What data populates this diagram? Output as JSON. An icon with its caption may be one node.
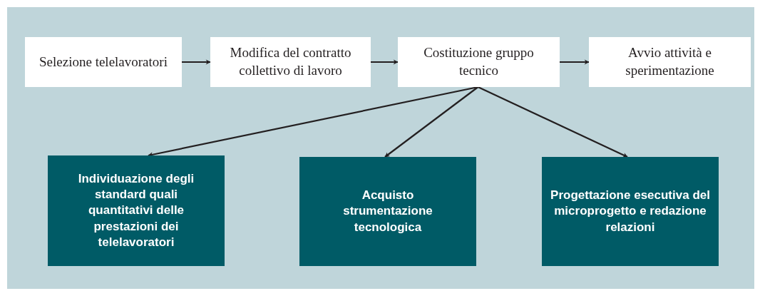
{
  "diagram": {
    "nodes": [
      {
        "text": [
          "Selezione telelavoratori"
        ]
      },
      {
        "text": [
          "Modifica del contratto collettivo di lavoro"
        ]
      },
      {
        "text": [
          "Costituzione gruppo tecnico"
        ]
      },
      {
        "text": [
          "Avvio attività e sperimentazione"
        ]
      },
      {
        "text": [
          "Individuazione degli standard quali quantitativi delle prestazioni dei telelavoratori"
        ]
      },
      {
        "text": [
          "Acquisto strumentazione tecnologica"
        ]
      },
      {
        "text": [
          "Progettazione esecutiva del microprogetto e redazione relazioni"
        ]
      }
    ],
    "edges": [
      {
        "from": 0,
        "to": 1,
        "arrow": "to"
      },
      {
        "from": 1,
        "to": 2,
        "arrow": "to"
      },
      {
        "from": 2,
        "to": 3,
        "arrow": "to"
      },
      {
        "from": 2,
        "to": 4,
        "arrow": "to"
      },
      {
        "from": 2,
        "to": 5,
        "arrow": "to"
      },
      {
        "from": 2,
        "to": 6,
        "arrow": "to"
      }
    ]
  }
}
